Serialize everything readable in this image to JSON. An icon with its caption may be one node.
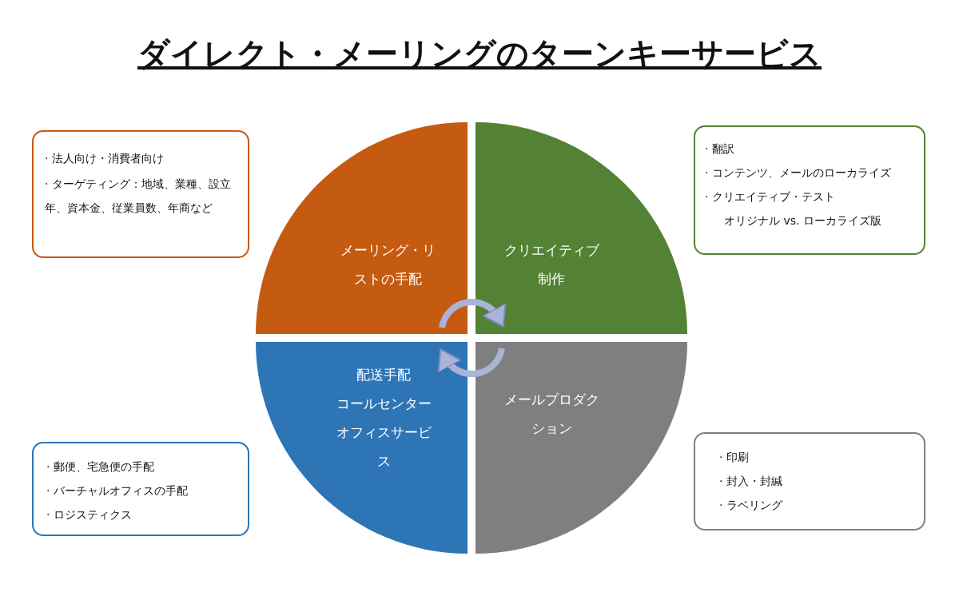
{
  "diagram": {
    "title": "ダイレクト・メーリングのターンキーサービス",
    "nodes": [
      {
        "text": [
          "· 法人向け・消費者向け",
          "· ターゲティング：地域、業種、設立年、資本金、従業員数、年商など"
        ]
      },
      {
        "text": [
          "メーリング・リストの手配"
        ]
      },
      {
        "text": [
          "クリエイティブ制作"
        ]
      },
      {
        "text": [
          "· 翻訳",
          "· コンテンツ、メールのローカライズ",
          "· クリエイティブ・テスト",
          "オリジナル vs. ローカライズ版"
        ]
      },
      {
        "text": [
          "配送手配",
          "コールセンター",
          "オフィスサービス"
        ]
      },
      {
        "text": [
          "メールプロダクション"
        ]
      },
      {
        "text": [
          "· 郵便、宅急便の手配",
          "· バーチャルオフィスの手配",
          "· ロジスティクス"
        ]
      },
      {
        "text": [
          "· 印刷",
          "· 封入・封緘",
          "· ラベリング"
        ]
      }
    ],
    "edges": [
      {
        "from": 1,
        "to": 2,
        "arrow": "to"
      },
      {
        "from": 5,
        "to": 4,
        "arrow": "to"
      }
    ]
  }
}
